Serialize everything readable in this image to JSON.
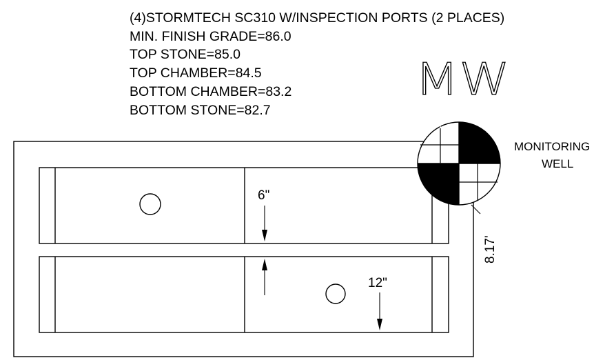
{
  "notes": {
    "line1": "(4)STORMTECH SC310 W/INSPECTION PORTS (2 PLACES)",
    "line2": "MIN. FINISH GRADE=86.0",
    "line3": "TOP STONE=85.0",
    "line4": "TOP CHAMBER=84.5",
    "line5": "BOTTOM CHAMBER=83.2",
    "line6": "BOTTOM STONE=82.7"
  },
  "monitoring_well": {
    "symbol_label": "MW",
    "label_line1": "MONITORING",
    "label_line2": "WELL"
  },
  "dimensions": {
    "gap_top": "6\"",
    "gap_bottom": "12\"",
    "offset": "8.17'"
  }
}
